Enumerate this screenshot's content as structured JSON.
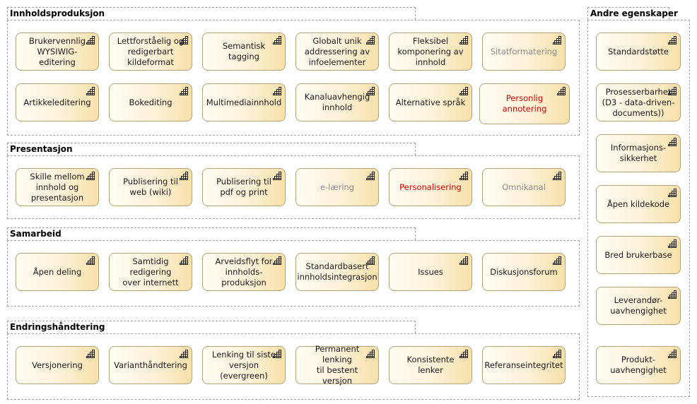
{
  "groups": {
    "innholdsproduksjon": {
      "title": "Innholdsproduksjon",
      "items": [
        {
          "label": "Brukervennlig\nWYSIWIG-editering"
        },
        {
          "label": "Lettforståelig og\nredigerbart\nkildeformat"
        },
        {
          "label": "Semantisk tagging"
        },
        {
          "label": "Globalt unik\naddressering av\ninfoelementer"
        },
        {
          "label": "Fleksibel\nkomponering av\ninnhold"
        },
        {
          "label": "Sitatformatering"
        },
        {
          "label": "Artikkeleditering"
        },
        {
          "label": "Bokediting"
        },
        {
          "label": "Multimediainnhold"
        },
        {
          "label": "Kanaluavhengig\ninnhold"
        },
        {
          "label": "Alternative språk"
        },
        {
          "label": "Personlig annotering"
        }
      ]
    },
    "presentasjon": {
      "title": "Presentasjon",
      "items": [
        {
          "label": "Skille mellom\ninnhold og\npresentasjon"
        },
        {
          "label": "Publisering til\nweb (wiki)"
        },
        {
          "label": "Publisering til\npdf og print"
        },
        {
          "label": "e-læring"
        },
        {
          "label": "Personalisering"
        },
        {
          "label": "Omnikanal"
        }
      ]
    },
    "samarbeid": {
      "title": "Samarbeid",
      "items": [
        {
          "label": "Åpen deling"
        },
        {
          "label": "Samtidig\nredigering\nover internett"
        },
        {
          "label": "Arveidsflyt for\ninnholds-\nproduksjon"
        },
        {
          "label": "Standardbasert\ninnholdsintegrasjon"
        },
        {
          "label": "Issues"
        },
        {
          "label": "Diskusjonsforum"
        }
      ]
    },
    "endringshandtering": {
      "title": "Endringshåndtering",
      "items": [
        {
          "label": "Versjonering"
        },
        {
          "label": "Varianthåndtering"
        },
        {
          "label": "Lenking til siste\nversjon (evergreen)"
        },
        {
          "label": "Permanent lenking\ntil bestent versjon"
        },
        {
          "label": "Konsistente lenker"
        },
        {
          "label": "Referanseintegritet"
        }
      ]
    },
    "andre": {
      "title": "Andre egenskaper",
      "items": [
        {
          "label": "Standardstøtte"
        },
        {
          "label": "Prosesserbarhet\n(D3 - data-driven-\ndocuments))"
        },
        {
          "label": "Informasjons-\nsikkerhet"
        },
        {
          "label": "Åpen kildekode"
        },
        {
          "label": "Bred brukerbase"
        },
        {
          "label": "Leverandør-\nuavhengighet"
        },
        {
          "label": "Produkt-\nuavhengighet"
        }
      ]
    }
  },
  "colors": {
    "muted_text": "#8a8a8a",
    "accent_text": "#d40000",
    "box_border": "#b3a27a",
    "box_fill_end": "#f7e1aa"
  },
  "icons": {
    "box_corner": "function-icon"
  }
}
